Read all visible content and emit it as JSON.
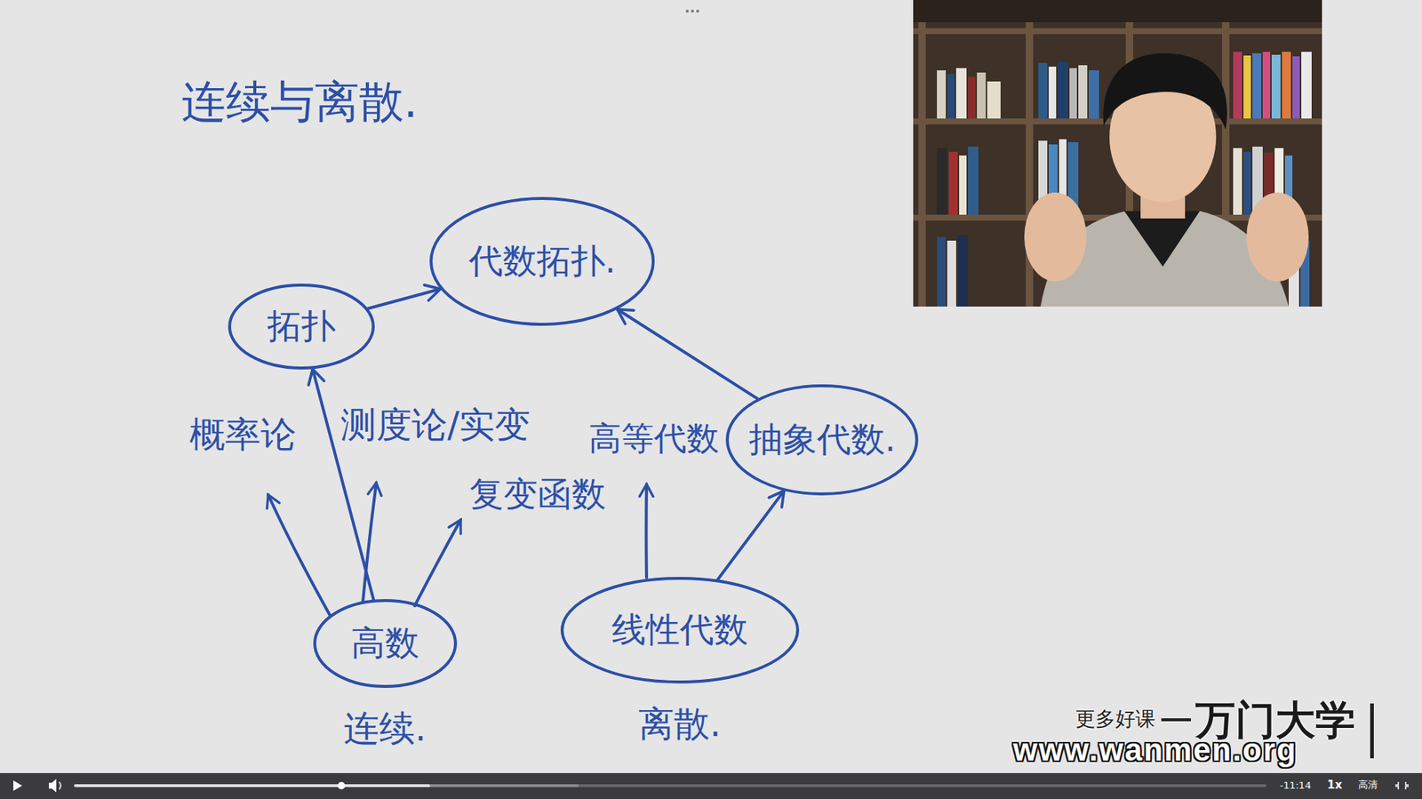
{
  "diagram": {
    "title": "连续与离散.",
    "nodes": [
      {
        "text": [
          "代数拓扑."
        ]
      },
      {
        "text": [
          "拓扑"
        ]
      },
      {
        "text": [
          "抽象代数."
        ]
      },
      {
        "text": [
          "高数",
          "连续."
        ]
      },
      {
        "text": [
          "线性代数",
          "离散."
        ]
      }
    ],
    "edges": [
      {
        "from": 1,
        "to": 0,
        "arrow": "to"
      },
      {
        "from": 2,
        "to": 0,
        "arrow": "to"
      },
      {
        "from": 3,
        "to": 1,
        "arrow": "to"
      },
      {
        "from": 4,
        "to": 2,
        "arrow": "to"
      }
    ],
    "labels": [
      "概率论",
      "测度论/实变",
      "复变函数",
      "高等代数",
      "更多好课",
      "万门大学",
      "www.wanmen.org",
      "-11:14",
      "1x",
      "高清"
    ]
  }
}
